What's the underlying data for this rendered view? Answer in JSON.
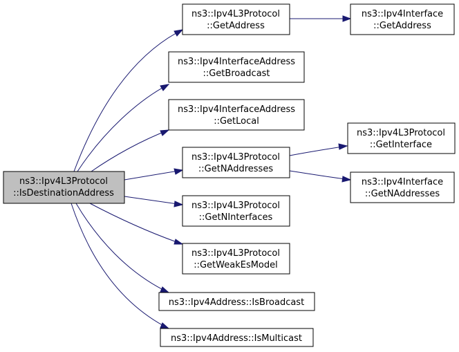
{
  "colors": {
    "edge": "#191970",
    "root_fill": "#bfbfbf",
    "node_fill": "#ffffff",
    "node_border": "#000000"
  },
  "nodes": {
    "root": {
      "line1": "ns3::Ipv4L3Protocol",
      "line2": "::IsDestinationAddress"
    },
    "l3_getaddress": {
      "line1": "ns3::Ipv4L3Protocol",
      "line2": "::GetAddress"
    },
    "ifa_getbroadcast": {
      "line1": "ns3::Ipv4InterfaceAddress",
      "line2": "::GetBroadcast"
    },
    "ifa_getlocal": {
      "line1": "ns3::Ipv4InterfaceAddress",
      "line2": "::GetLocal"
    },
    "l3_getnaddresses": {
      "line1": "ns3::Ipv4L3Protocol",
      "line2": "::GetNAddresses"
    },
    "l3_getninterfaces": {
      "line1": "ns3::Ipv4L3Protocol",
      "line2": "::GetNInterfaces"
    },
    "l3_getweakesmodel": {
      "line1": "ns3::Ipv4L3Protocol",
      "line2": "::GetWeakEsModel"
    },
    "addr_isbroadcast": {
      "line1": "ns3::Ipv4Address::IsBroadcast"
    },
    "addr_ismulticast": {
      "line1": "ns3::Ipv4Address::IsMulticast"
    },
    "if_getaddress": {
      "line1": "ns3::Ipv4Interface",
      "line2": "::GetAddress"
    },
    "l3_getinterface": {
      "line1": "ns3::Ipv4L3Protocol",
      "line2": "::GetInterface"
    },
    "if_getnaddresses": {
      "line1": "ns3::Ipv4Interface",
      "line2": "::GetNAddresses"
    }
  }
}
